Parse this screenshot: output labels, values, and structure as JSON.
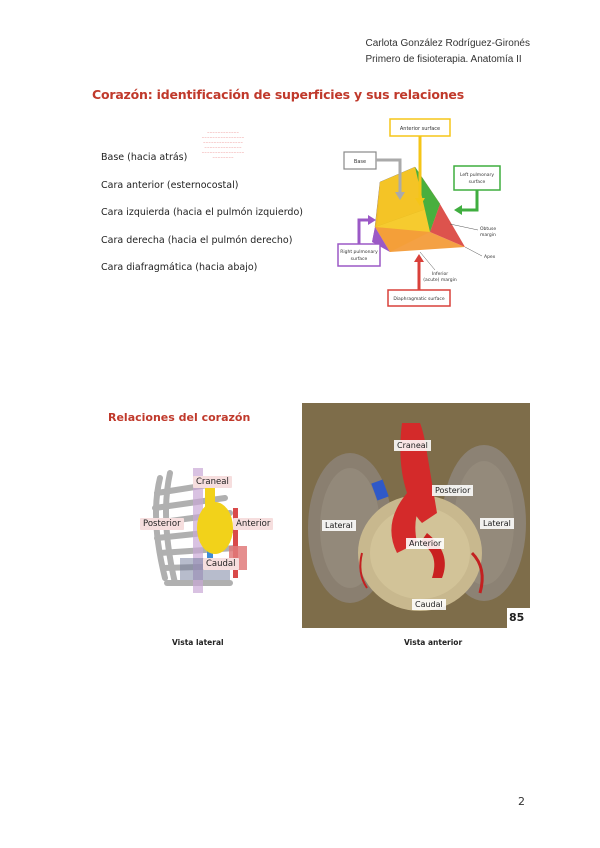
{
  "header": {
    "author": "Carlota González Rodríguez-Gironés",
    "course": "Primero de fisioterapia. Anatomía II"
  },
  "section1": {
    "title": "Corazón: identificación de superficies y sus relaciones",
    "items": [
      "Base (hacia atrás)",
      "Cara anterior (esternocostal)",
      "Cara izquierda (hacia el pulmón izquierdo)",
      "Cara derecha (hacia el pulmón derecho)",
      "Cara diafragmática (hacia abajo)"
    ]
  },
  "diagram": {
    "labels": {
      "anterior": "Anterior surface",
      "base": "Base",
      "left_pulmonary_1": "Left pulmonary",
      "left_pulmonary_2": "surface",
      "obtuse_1": "Obtuse",
      "obtuse_2": "margin",
      "apex": "Apex",
      "right_pulmonary_1": "Right pulmonary",
      "right_pulmonary_2": "surface",
      "inferior_1": "Inferior",
      "inferior_2": "(acute) margin",
      "diaphragmatic": "Diaphragmatic surface"
    },
    "colors": {
      "yellow": "#f5c518",
      "green": "#3fae3f",
      "purple": "#9b59c6",
      "red": "#d9403a",
      "orange": "#f39c3a"
    }
  },
  "section2": {
    "title": "Relaciones del corazón",
    "lateral_labels": {
      "craneal": "Craneal",
      "posterior": "Posterior",
      "anterior": "Anterior",
      "caudal": "Caudal"
    },
    "photo_labels": {
      "craneal": "Craneal",
      "posterior": "Posterior",
      "lateral_left": "Lateral",
      "lateral_right": "Lateral",
      "anterior": "Anterior",
      "caudal": "Caudal",
      "figure_number": "85"
    },
    "caption_lateral": "Vista lateral",
    "caption_anterior": "Vista anterior"
  },
  "page_number": "2"
}
